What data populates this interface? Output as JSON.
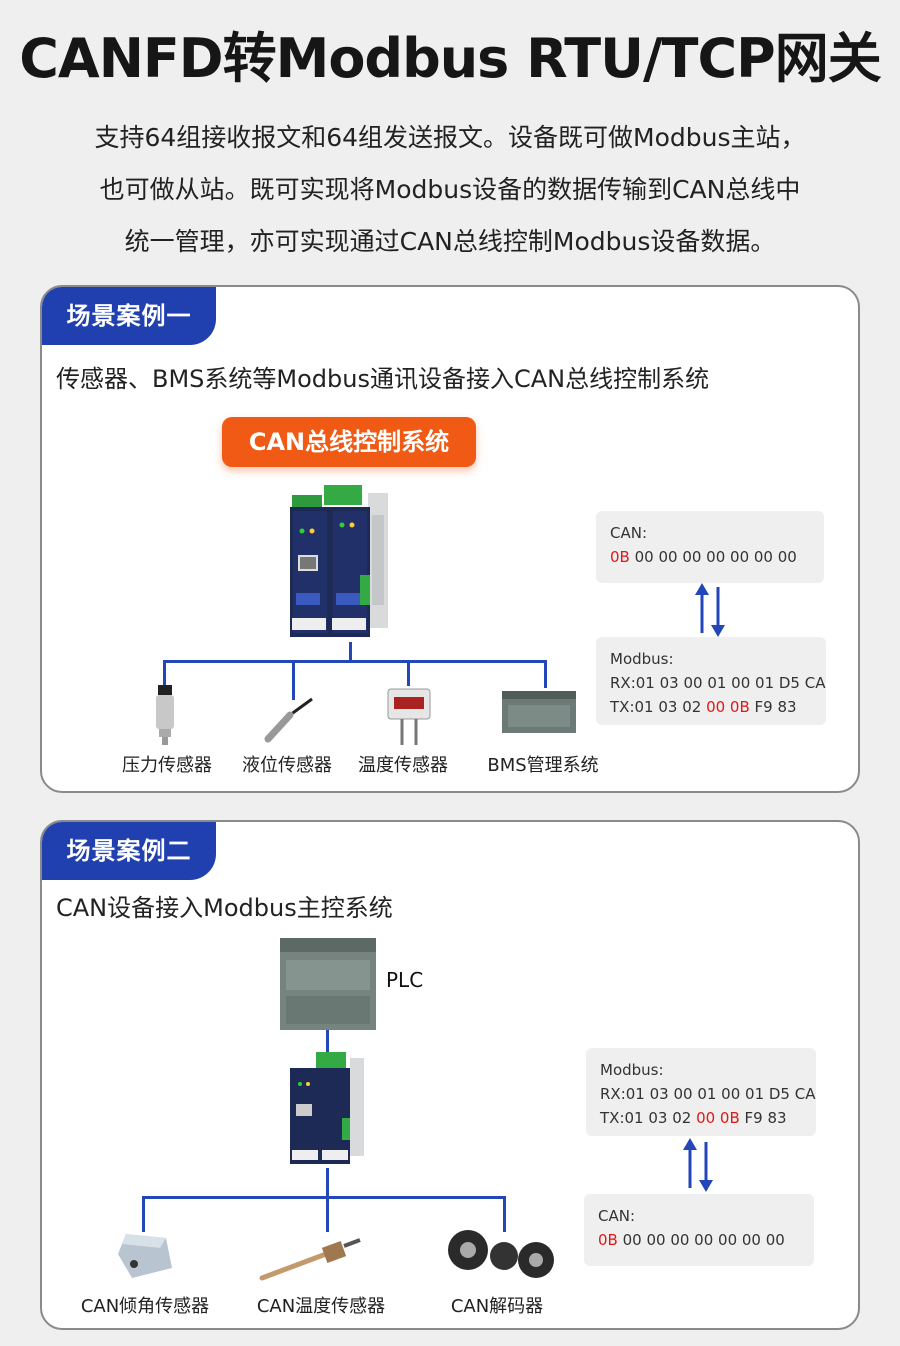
{
  "title": "CANFD转Modbus RTU/TCP网关",
  "intro": {
    "lines": [
      "支持64组接收报文和64组发送报文。设备既可做Modbus主站，",
      "也可做从站。既可实现将Modbus设备的数据传输到CAN总线中",
      "统一管理，亦可实现通过CAN总线控制Modbus设备数据。"
    ]
  },
  "case1": {
    "tag": "场景案例一",
    "subtitle": "传感器、BMS系统等Modbus通讯设备接入CAN总线控制系统",
    "system_label": "CAN总线控制系统",
    "devices": [
      "压力传感器",
      "液位传感器",
      "温度传感器",
      "BMS管理系统"
    ],
    "can_box": {
      "label": "CAN:",
      "hl": "0B",
      "rest": " 00 00 00 00 00 00 00"
    },
    "modbus_box": {
      "label": "Modbus:",
      "rx": "RX:01 03 00 01 00 01 D5 CA",
      "tx_pre": "TX:01 03 02 ",
      "tx_hl": "00 0B",
      "tx_post": " F9 83"
    }
  },
  "case2": {
    "tag": "场景案例二",
    "subtitle": "CAN设备接入Modbus主控系统",
    "plc_label": "PLC",
    "devices": [
      "CAN倾角传感器",
      "CAN温度传感器",
      "CAN解码器"
    ],
    "modbus_box": {
      "label": "Modbus:",
      "rx": "RX:01 03 00 01 00 01 D5 CA",
      "tx_pre": "TX:01 03 02 ",
      "tx_hl": "00 0B",
      "tx_post": " F9 83"
    },
    "can_box": {
      "label": "CAN:",
      "hl": "0B",
      "rest": " 00 00 00 00 00 00 00"
    }
  },
  "colors": {
    "brand_blue": "#2040b0",
    "line_blue": "#2346b8",
    "accent_orange": "#f05a14",
    "highlight_red": "#e01818"
  }
}
